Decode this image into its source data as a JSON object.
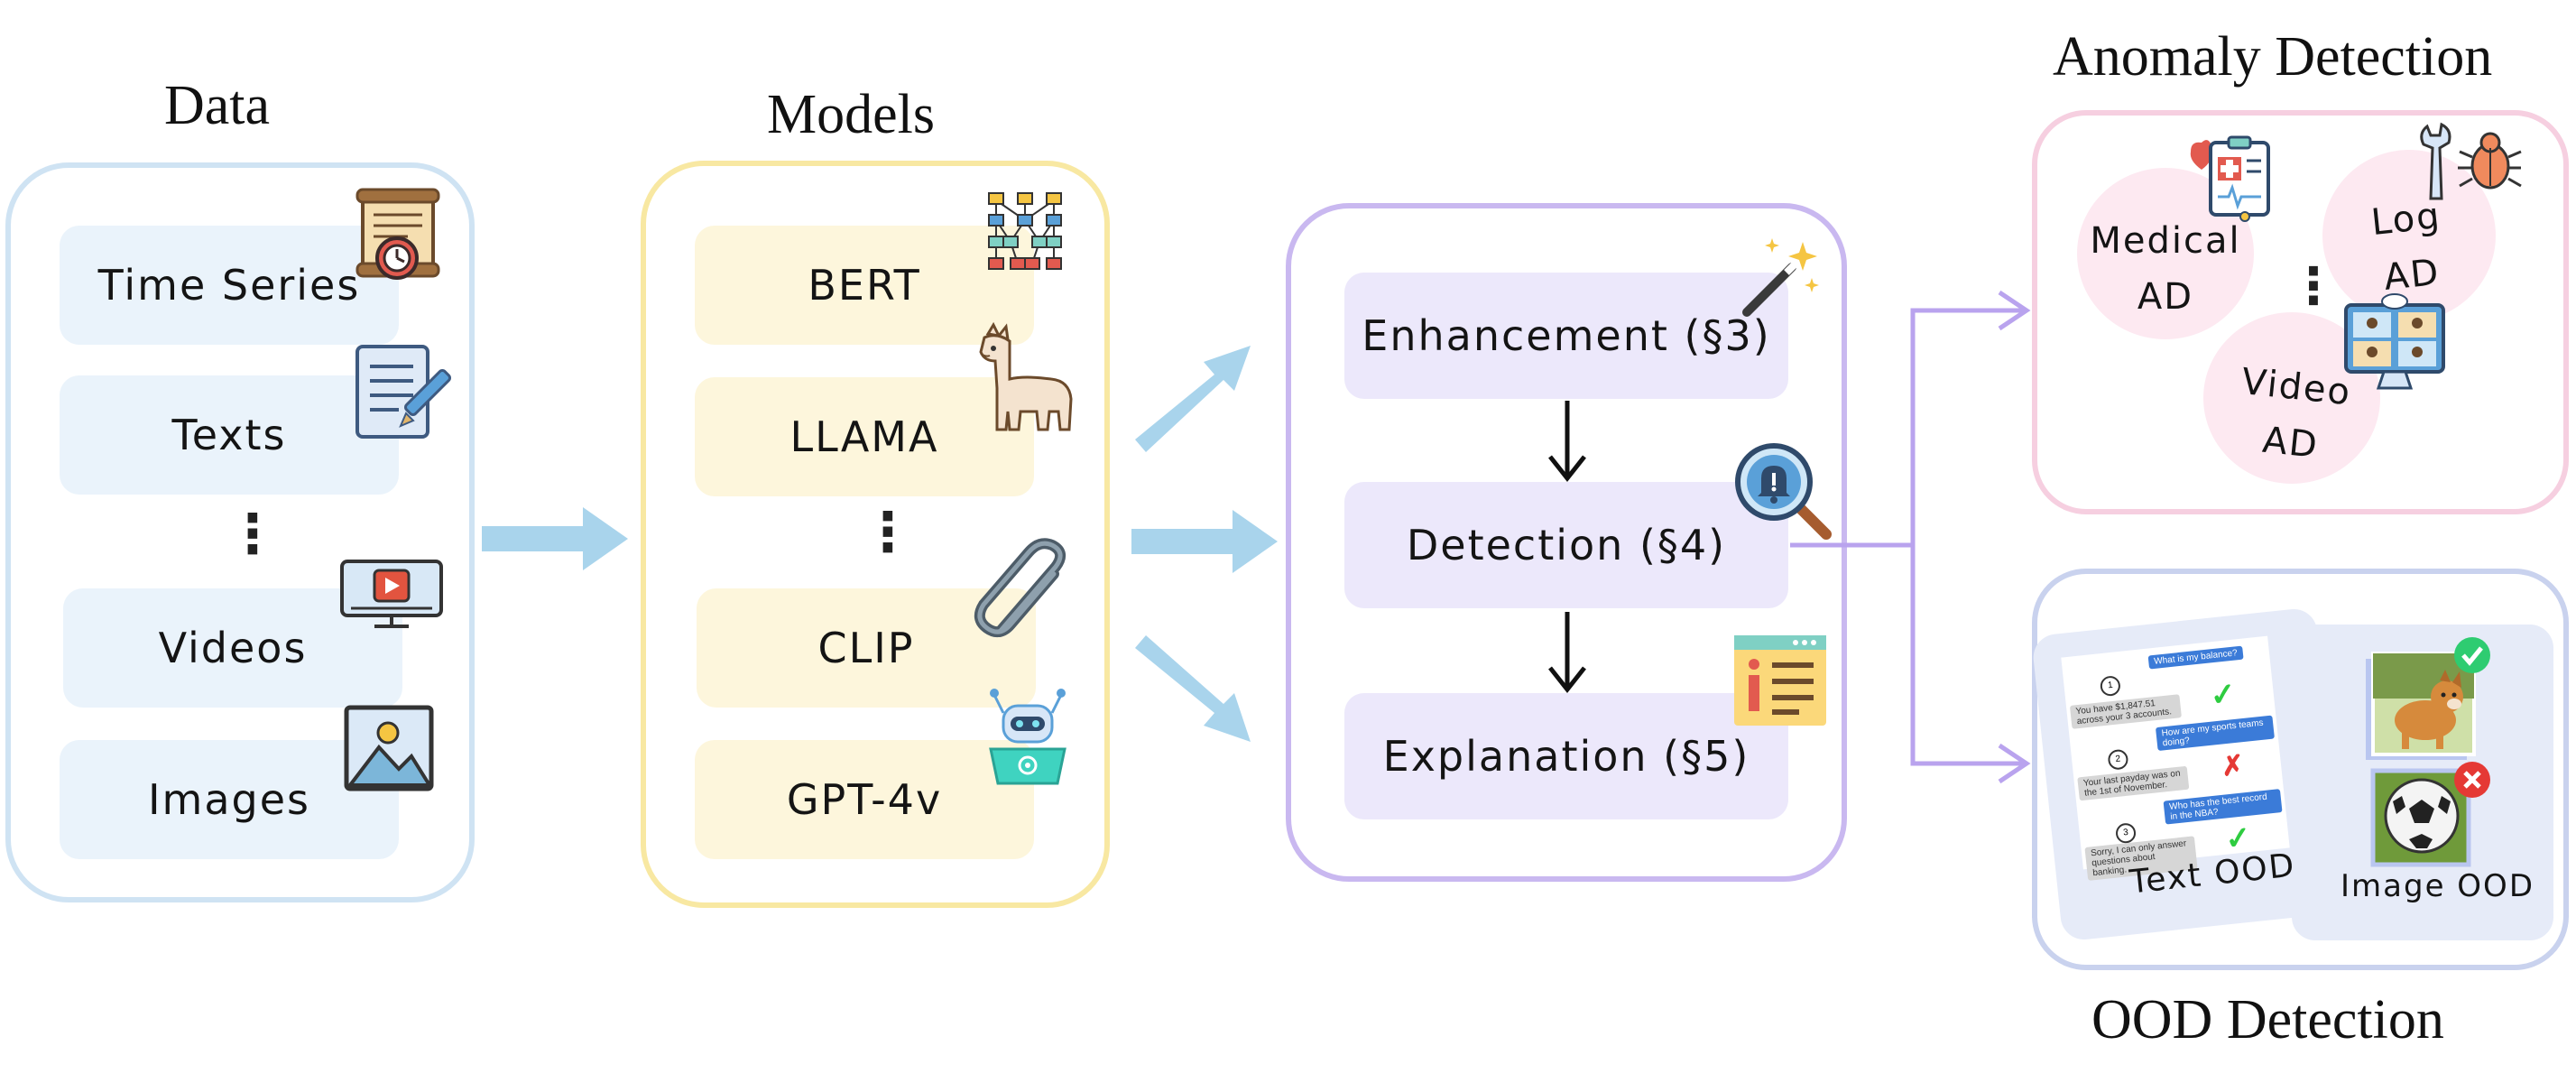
{
  "sections": {
    "data_title": "Data",
    "models_title": "Models",
    "ad_title": "Anomaly Detection",
    "ood_title": "OOD Detection"
  },
  "data_items": [
    "Time Series",
    "Texts",
    "Videos",
    "Images"
  ],
  "model_items": [
    "BERT",
    "LLAMA",
    "CLIP",
    "GPT-4v"
  ],
  "stages": [
    "Enhancement (§3)",
    "Detection (§4)",
    "Explanation (§5)"
  ],
  "ad": {
    "medical": [
      "Medical",
      "AD"
    ],
    "log": [
      "Log",
      "AD"
    ],
    "video": [
      "Video",
      "AD"
    ]
  },
  "ood": {
    "text_label": "Text OOD",
    "image_label": "Image OOD",
    "chat": [
      {
        "num": "1",
        "q": "What is my balance?",
        "a": "You have $1,847.51 across your 3 accounts."
      },
      {
        "num": "2",
        "q": "How are my sports teams doing?",
        "a": "Your last payday was on the 1st of November."
      },
      {
        "num": "3",
        "q": "Who has the best record in the NBA?",
        "a": "Sorry, I can only answer questions about banking."
      }
    ],
    "marks": [
      "✓",
      "✗",
      "✓"
    ]
  },
  "ellipsis": "⋮",
  "colors": {
    "data_border": "#cfe3f3",
    "data_fill": "#eaf3fb",
    "model_border": "#f8e8a2",
    "model_fill": "#fdf6dc",
    "stage_border": "#c9b8f0",
    "stage_fill": "#ece8fb",
    "ad_border": "#f6cfe0",
    "ood_border": "#c9d2ee",
    "arrow_blue": "#a9d4ec",
    "arrow_purple": "#b9a3ee"
  }
}
